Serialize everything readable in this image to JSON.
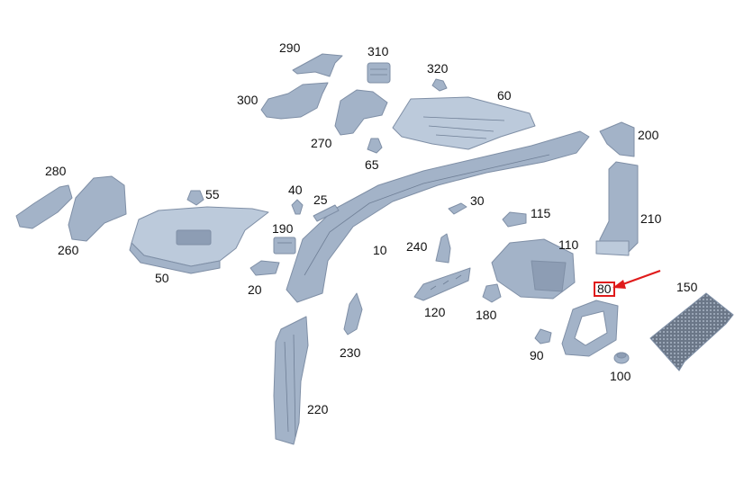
{
  "colors": {
    "part_fill": "#a3b3c8",
    "part_stroke": "#7f8fa6",
    "highlight": "#e01b1b",
    "text": "#111111"
  },
  "callouts": {
    "c10": "10",
    "c20": "20",
    "c25": "25",
    "c30": "30",
    "c40": "40",
    "c50": "50",
    "c55": "55",
    "c60": "60",
    "c65": "65",
    "c80": "80",
    "c90": "90",
    "c100": "100",
    "c110": "110",
    "c115": "115",
    "c120": "120",
    "c150": "150",
    "c180": "180",
    "c190": "190",
    "c200": "200",
    "c210": "210",
    "c220": "220",
    "c230": "230",
    "c240": "240",
    "c260": "260",
    "c270": "270",
    "c280": "280",
    "c290": "290",
    "c300": "300",
    "c310": "310",
    "c320": "320"
  },
  "highlighted_part": "80"
}
